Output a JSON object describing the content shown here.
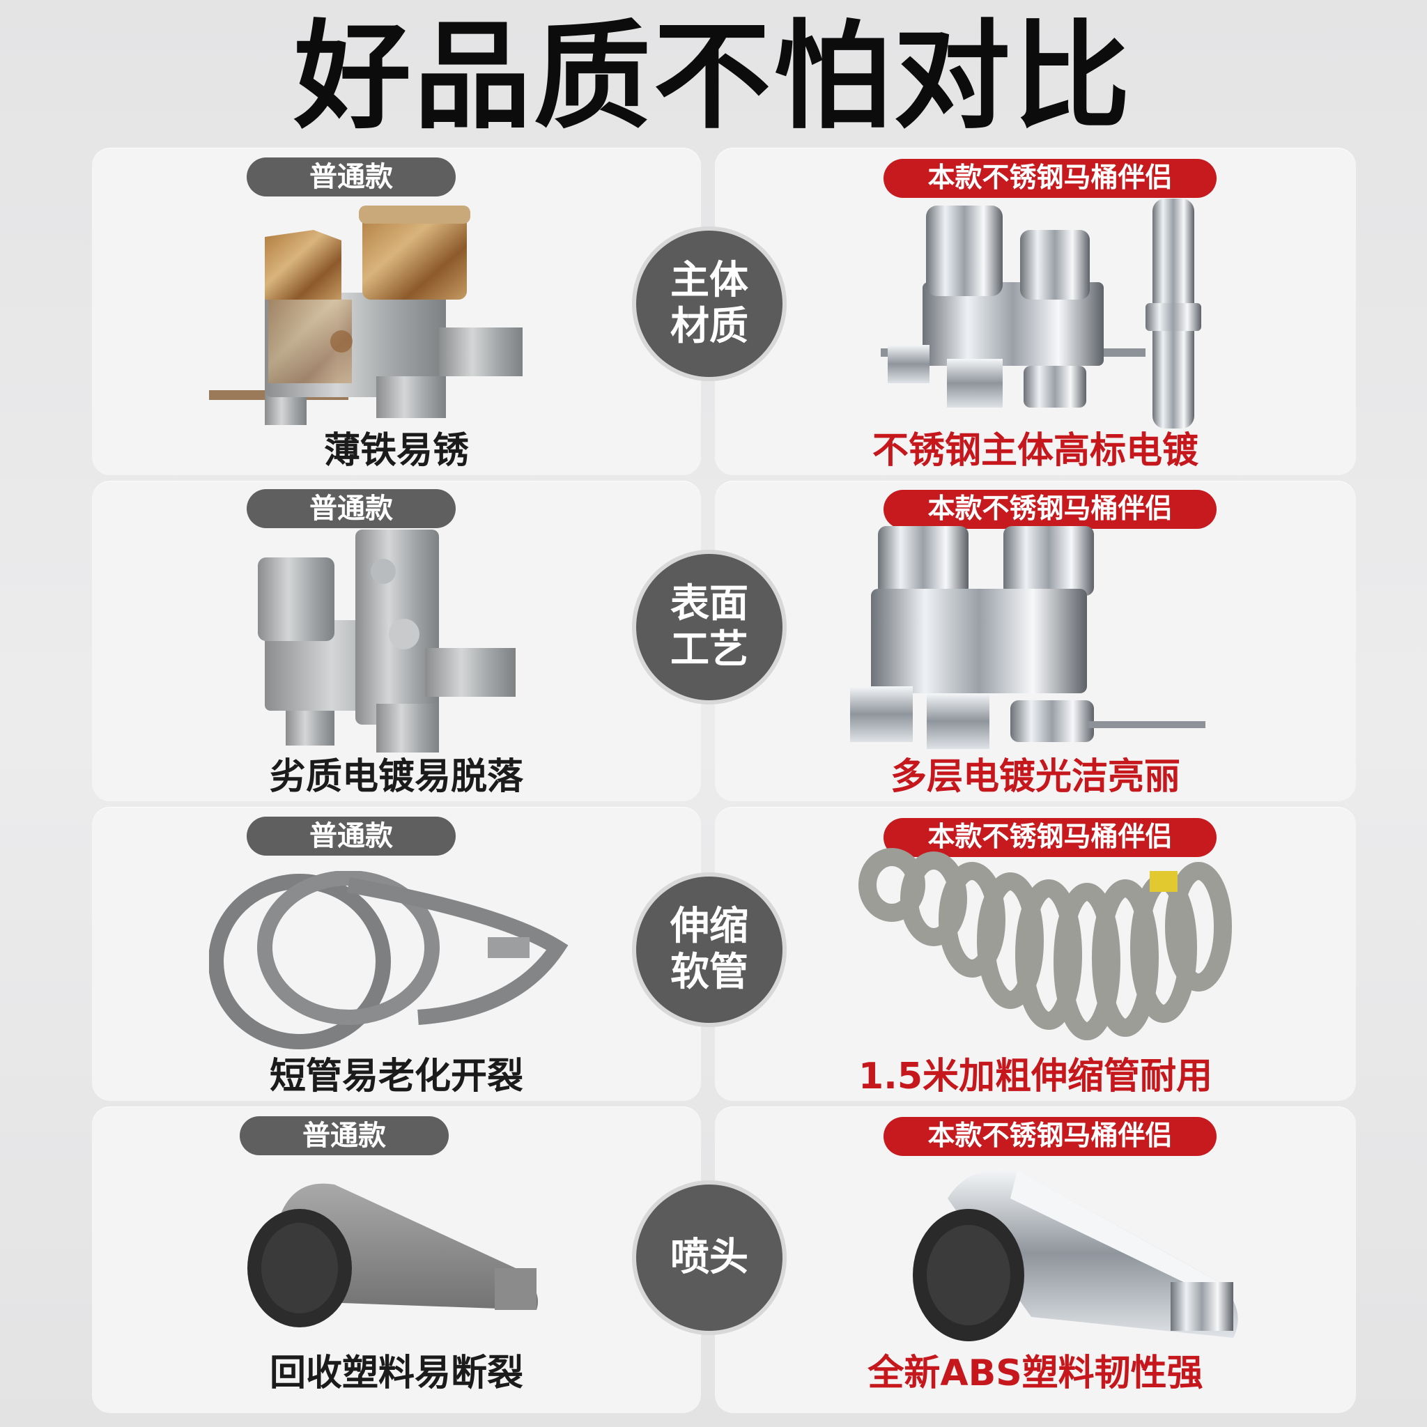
{
  "title": "好品质不怕对比",
  "common_label": "普通款",
  "ours_label": "本款不锈钢马桶伴侣",
  "rows": [
    {
      "category": "主体材质",
      "common_caption": "薄铁易锈",
      "ours_caption": "不锈钢主体高标电镀"
    },
    {
      "category": "表面工艺",
      "common_caption": "劣质电镀易脱落",
      "ours_caption": "多层电镀光洁亮丽"
    },
    {
      "category": "伸缩软管",
      "common_caption": "短管易老化开裂",
      "ours_caption": "1.5米加粗伸缩管耐用"
    },
    {
      "category": "喷头",
      "common_caption": "回收塑料易断裂",
      "ours_caption": "全新ABS塑料韧性强"
    }
  ],
  "colors": {
    "accent_red": "#c71a1f",
    "label_gray": "#5f5f5f",
    "circle_gray": "#5b5b5b"
  }
}
